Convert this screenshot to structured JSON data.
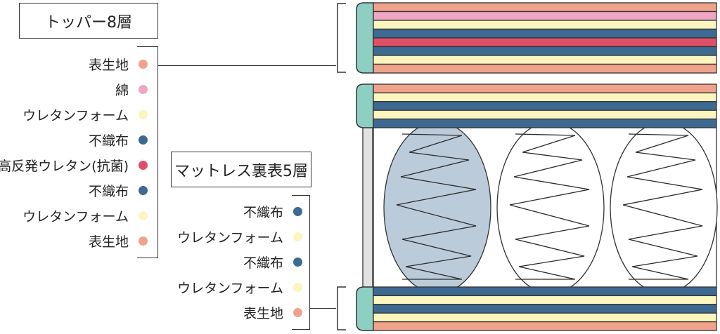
{
  "topper": {
    "title": "トッパー8層",
    "layers": [
      {
        "label": "表生地",
        "color": "#f0a28b"
      },
      {
        "label": "綿",
        "color": "#eea6c4"
      },
      {
        "label": "ウレタンフォーム",
        "color": "#fcf5bd"
      },
      {
        "label": "不織布",
        "color": "#3d6a92"
      },
      {
        "label": "高反発ウレタン(抗菌)",
        "color": "#df5068"
      },
      {
        "label": "不織布",
        "color": "#3d6a92"
      },
      {
        "label": "ウレタンフォーム",
        "color": "#fcf5bd"
      },
      {
        "label": "表生地",
        "color": "#f0a28b"
      }
    ]
  },
  "mattress": {
    "title": "マットレス裏表5層",
    "layers": [
      {
        "label": "不織布",
        "color": "#3d6a92"
      },
      {
        "label": "ウレタンフォーム",
        "color": "#fcf5bd"
      },
      {
        "label": "不織布",
        "color": "#3d6a92"
      },
      {
        "label": "ウレタンフォーム",
        "color": "#fcf5bd"
      },
      {
        "label": "表生地",
        "color": "#f0a28b"
      }
    ],
    "top_stack": [
      "#f0a28b",
      "#fcf5bd",
      "#3d6a92",
      "#fcf5bd",
      "#3d6a92"
    ],
    "bottom_stack": [
      "#3d6a92",
      "#fcf5bd",
      "#3d6a92",
      "#fcf5bd",
      "#f0a28b"
    ],
    "springs": 3,
    "highlighted_spring": 0
  },
  "colors": {
    "edge": "#8ecfc4",
    "side_wall": "#e2e2e2",
    "spring_highlight": "#bccbd9",
    "outline": "#333333"
  }
}
